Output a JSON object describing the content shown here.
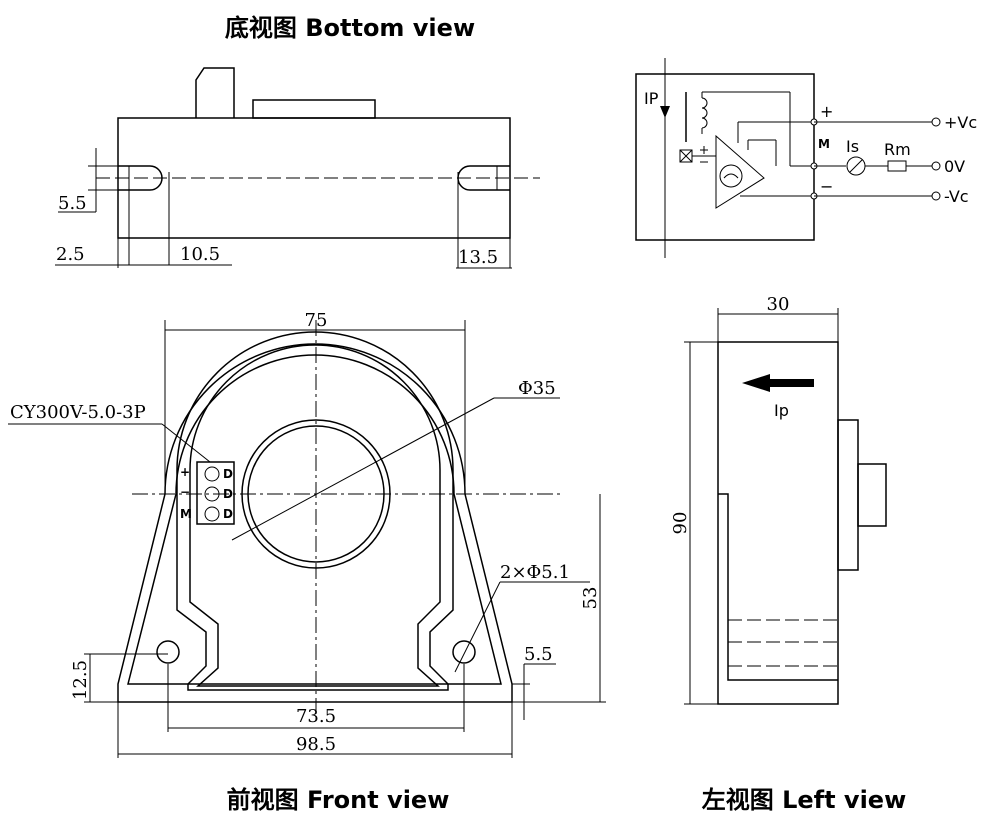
{
  "views": {
    "bottom": {
      "title": "底视图  Bottom view"
    },
    "front": {
      "title": "前视图  Front view"
    },
    "left": {
      "title": "左视图  Left view"
    }
  },
  "dimensions": {
    "bottom_slot_offset": "5.5",
    "bottom_left_edge": "2.5",
    "bottom_slot_length": "10.5",
    "bottom_right_slot": "13.5",
    "front_top_width": "75",
    "front_aperture": "Φ35",
    "front_holes": "2×Φ5.1",
    "front_center_height": "53",
    "front_hole_height": "12.5",
    "front_foot_thickness": "5.5",
    "front_hole_spacing": "73.5",
    "front_base_width": "98.5",
    "left_thickness": "30",
    "left_height": "90"
  },
  "connector": {
    "part": "CY300V-5.0-3P",
    "pins": [
      "+",
      "−",
      "M"
    ]
  },
  "schematic": {
    "ip": "IP",
    "is": "Is",
    "rm": "Rm",
    "m": "M",
    "plus": "+",
    "minus": "−",
    "vcc_pos": "+Vc",
    "zero": "0V",
    "vcc_neg": "-Vc"
  },
  "side_current": "Ip"
}
